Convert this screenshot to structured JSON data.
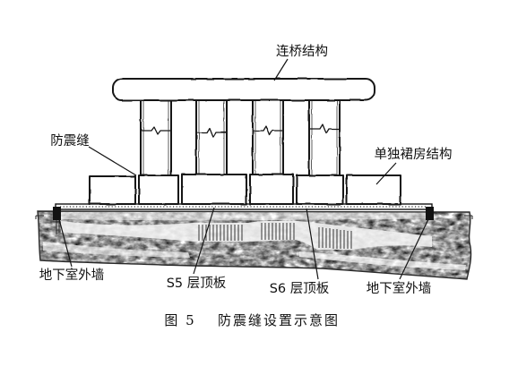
{
  "labels": {
    "bridge_structure": "连桥结构",
    "seismic_joint": "防震缝",
    "separate_podium": "单独裙房结构",
    "basement_wall_left": "地下室外墙",
    "s5_roof_slab": "S5 层顶板",
    "s6_roof_slab": "S6 层顶板",
    "basement_wall_right": "地下室外墙"
  },
  "caption": {
    "number": "图 5",
    "title": "防震缝设置示意图"
  }
}
